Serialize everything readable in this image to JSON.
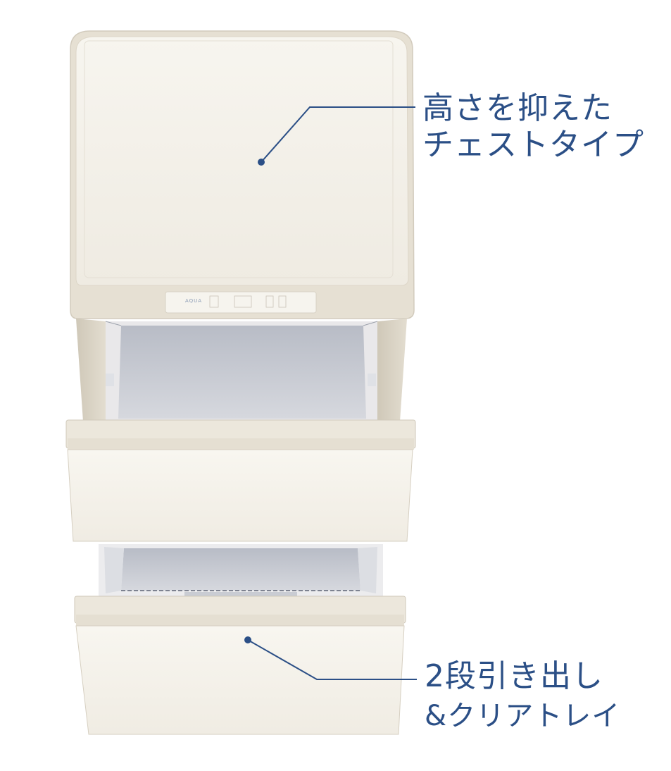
{
  "product": {
    "brand": "AQUA",
    "body_color": "#f3efe6",
    "accent_color": "#2b4f86"
  },
  "callouts": [
    {
      "line1": "高さを抑えた",
      "line2": "チェストタイプ"
    },
    {
      "line1": "2段引き出し",
      "line2": "&クリアトレイ"
    }
  ]
}
